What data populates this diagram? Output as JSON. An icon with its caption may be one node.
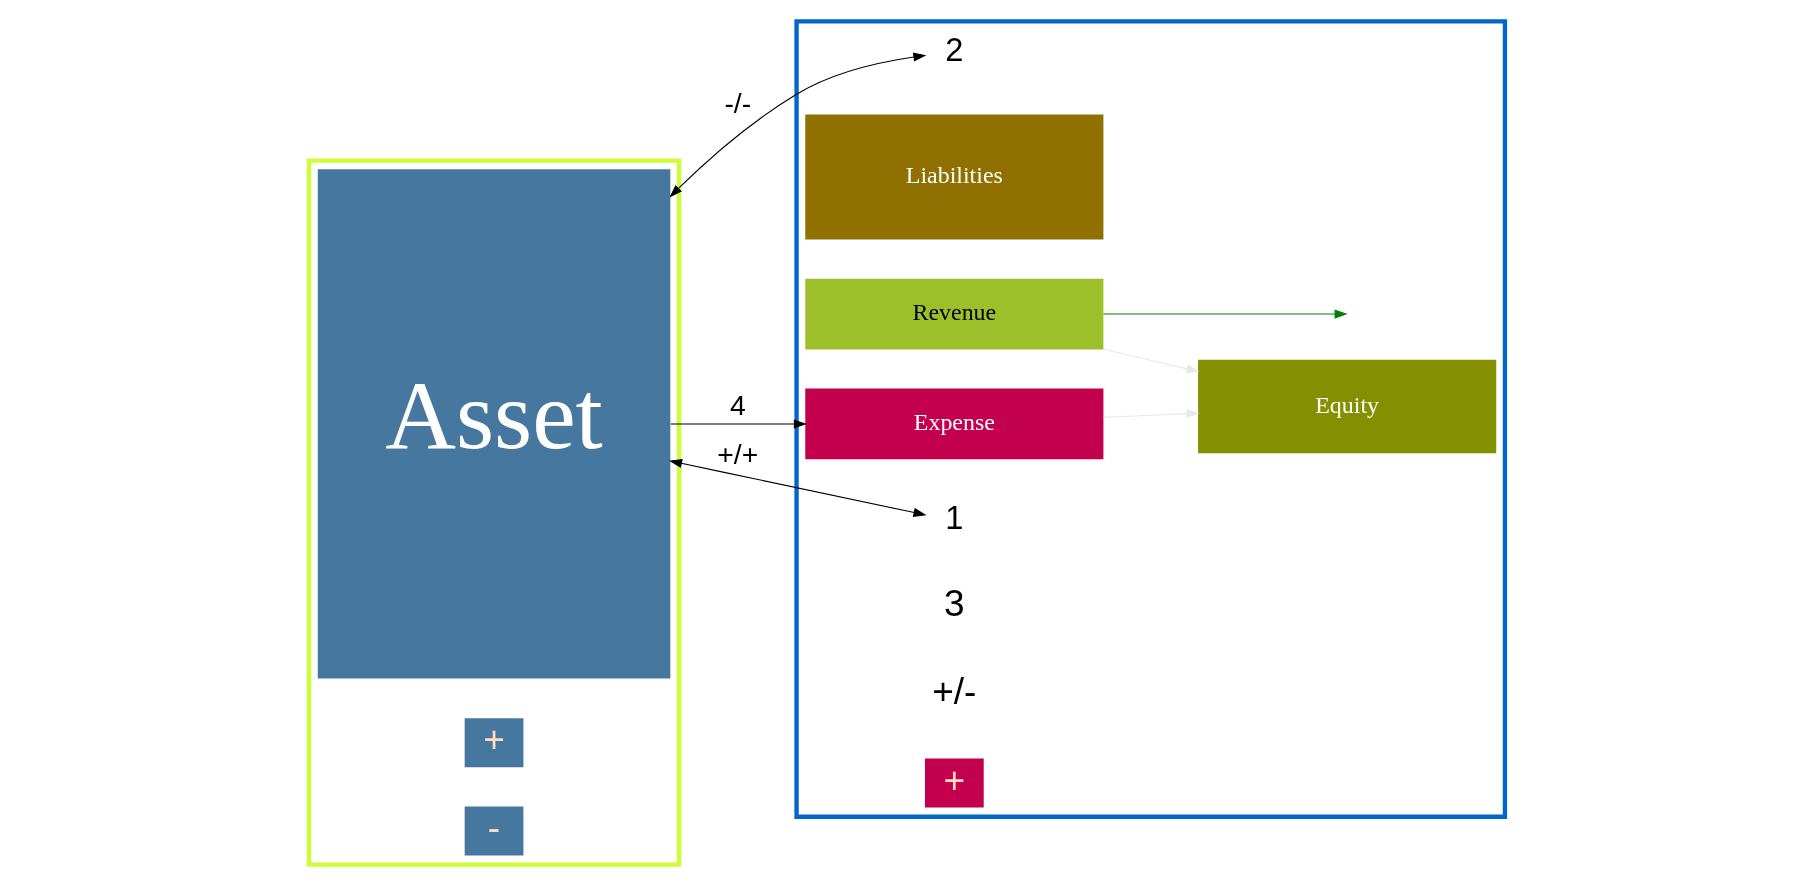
{
  "diagram": {
    "nodes": [
      {
        "text": [],
        "shape": "box"
      },
      {
        "text": [
          "Asset"
        ],
        "in": 0
      },
      {
        "text": [],
        "shape": "box"
      },
      {
        "text": [
          "1"
        ],
        "in": 2
      },
      {
        "text": [
          "Liabilities"
        ],
        "in": 2
      },
      {
        "text": [
          "2"
        ],
        "in": 2
      },
      {
        "text": [
          "Equity"
        ],
        "in": 2
      },
      {
        "text": [
          "Revenue"
        ],
        "in": 2
      },
      {
        "text": [
          "Expense"
        ],
        "in": 2
      }
    ],
    "edges": [
      {
        "from": 3,
        "to": 1,
        "arrow": "both",
        "label": "+/+"
      },
      {
        "from": 1,
        "to": 5,
        "arrow": "both",
        "label": "-/-"
      },
      {
        "from": 7,
        "to": 6,
        "arrow": "to",
        "color": "#e8e8e8"
      },
      {
        "from": 8,
        "to": 6,
        "arrow": "to",
        "color": "#e8e8e8"
      },
      {
        "from": 7,
        "to": null,
        "arrow": "to",
        "color": "#008000"
      },
      {
        "from": 1,
        "to": 8,
        "arrow": "to",
        "label": "4"
      }
    ],
    "labels": [
      "+",
      "-",
      "3",
      "+/-",
      "+"
    ]
  }
}
